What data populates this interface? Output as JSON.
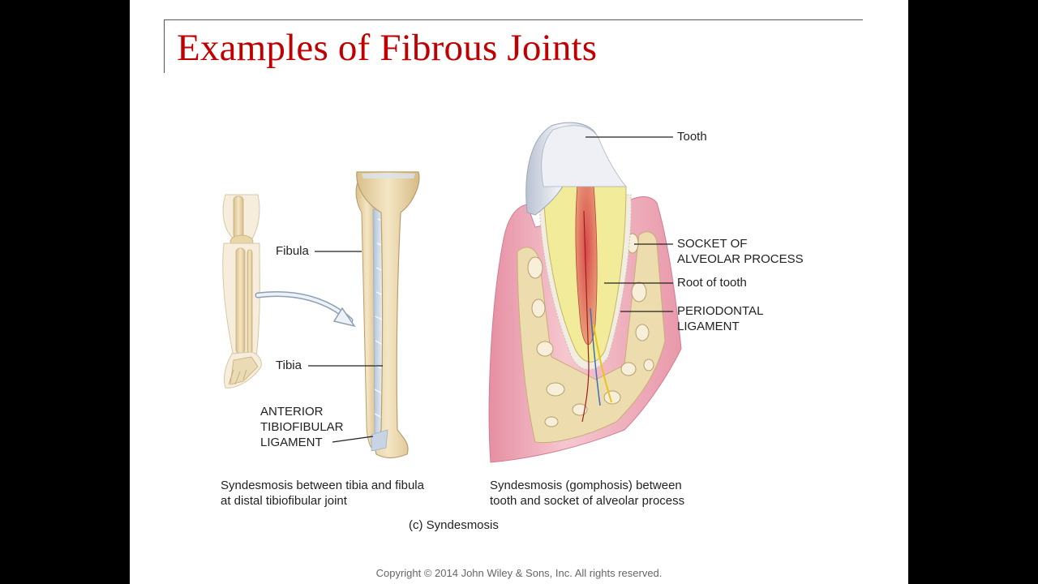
{
  "slide": {
    "title": "Examples of Fibrous Joints",
    "labels": {
      "fibula": "Fibula",
      "tibia": "Tibia",
      "ligament_line1": "ANTERIOR",
      "ligament_line2": "TIBIOFIBULAR",
      "ligament_line3": "LIGAMENT",
      "tooth": "Tooth",
      "socket_line1": "SOCKET OF",
      "socket_line2": "ALVEOLAR PROCESS",
      "root": "Root of tooth",
      "perio_line1": "PERIODONTAL",
      "perio_line2": "LIGAMENT"
    },
    "captions": {
      "left_line1": "Syndesmosis between tibia and fibula",
      "left_line2": "at distal tibiofibular joint",
      "right_line1": "Syndesmosis (gomphosis) between",
      "right_line2": "tooth and socket of alveolar process",
      "panel": "(c) Syndesmosis"
    },
    "copyright": "Copyright © 2014 John Wiley & Sons, Inc. All rights reserved.",
    "colors": {
      "title": "#c00000",
      "bone": "#ecd9b0",
      "gum": "#f0b4c0",
      "enamel": "#dfe4ee",
      "ligament": "#c9d6e4"
    }
  }
}
